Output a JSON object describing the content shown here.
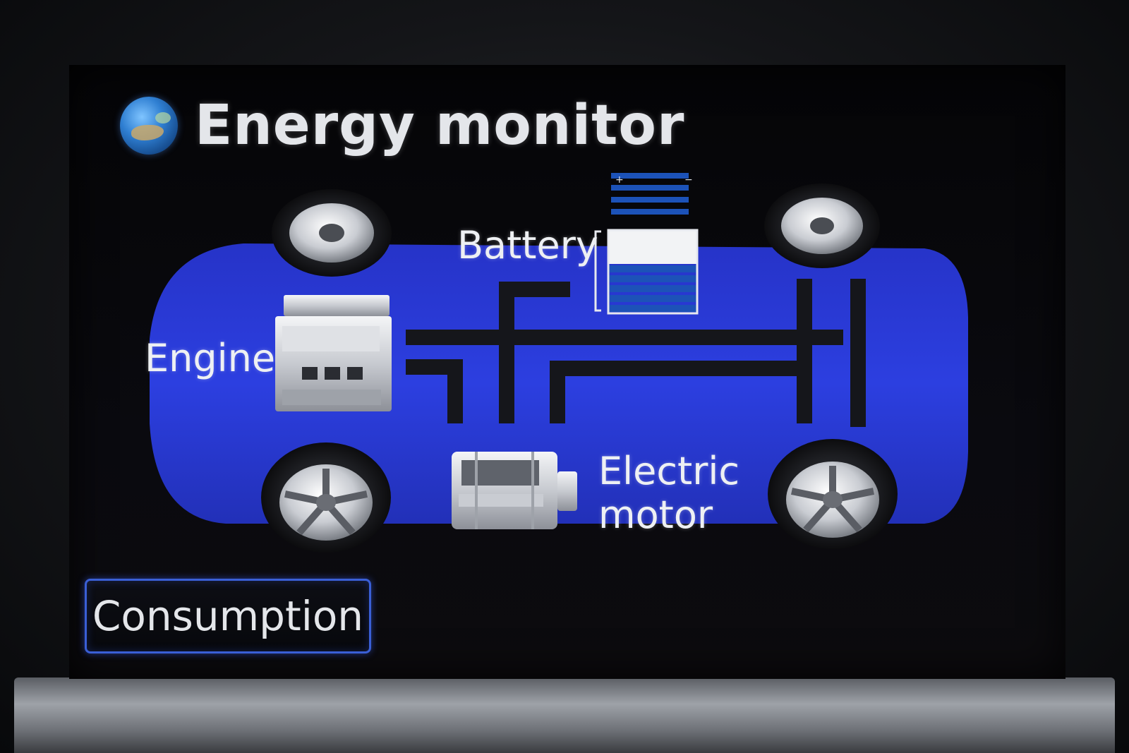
{
  "header": {
    "title": "Energy monitor",
    "icon": "globe-icon"
  },
  "diagram": {
    "labels": {
      "engine": "Engine",
      "battery": "Battery",
      "electric_motor_line1": "Electric",
      "electric_motor_line2": "motor"
    },
    "battery_level": 0.7,
    "colors": {
      "body": "#2a3bd8",
      "flow_lines": "#1a1c22",
      "battery_fill": "#1c52b8"
    }
  },
  "footer": {
    "consumption_button": "Consumption"
  }
}
